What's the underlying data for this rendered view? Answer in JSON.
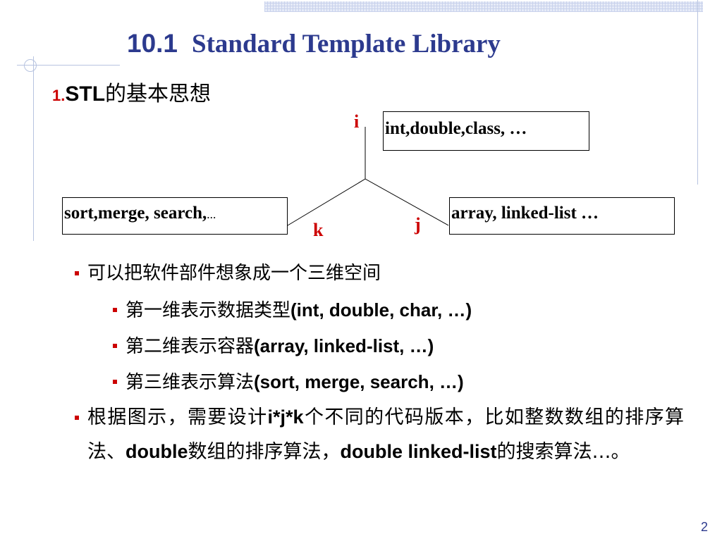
{
  "title": {
    "number": "10.1",
    "text": "Standard Template Library"
  },
  "subtitle": {
    "number": "1.",
    "stl": "STL",
    "cn": "的基本思想"
  },
  "diagram": {
    "box_top": "int,double,class, …",
    "box_left": "sort,merge, search,",
    "box_left_ellipsis": "…",
    "box_right": "array, linked-list …",
    "axis_i": "i",
    "axis_j": "j",
    "axis_k": "k"
  },
  "bullets": {
    "b1": "可以把软件部件想象成一个三维空间",
    "s1_cn": "第一维表示数据类型",
    "s1_en": "(int, double, char, …)",
    "s2_cn": "第二维表示容器",
    "s2_en": "(array, linked-list, …)",
    "s3_cn": "第三维表示算法",
    "s3_en": "(sort, merge, search, …)",
    "b2_part1": "根据图示，需要设计",
    "b2_bold1": "i*j*k",
    "b2_part2": "个不同的代码版本，比如整数数组的排序算法、",
    "b2_bold2": "double",
    "b2_part3": "数组的排序算法，",
    "b2_bold3": "double linked-list",
    "b2_part4": "的搜索算法…。"
  },
  "page_number": "2",
  "colors": {
    "title": "#2c3a8e",
    "accent": "#cc0000",
    "decor": "#b7c3e0"
  }
}
